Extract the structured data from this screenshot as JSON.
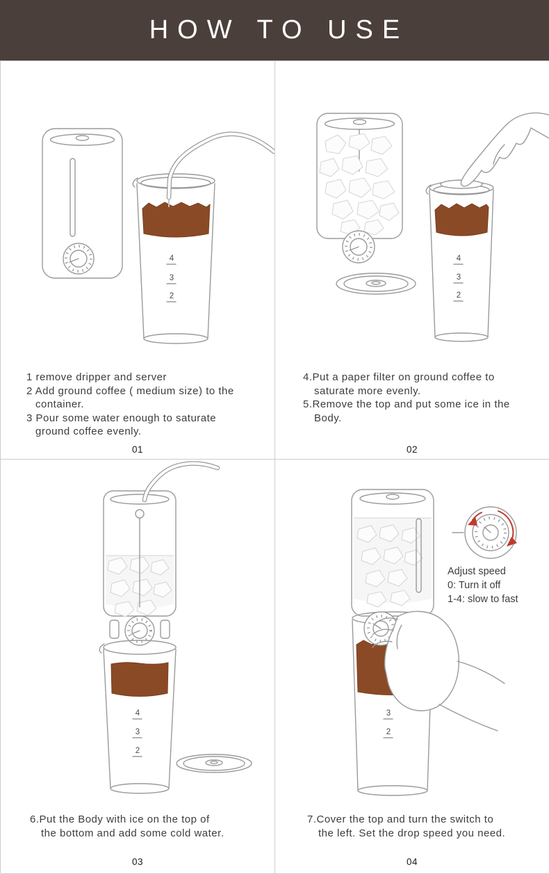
{
  "header": {
    "title": "HOW TO USE"
  },
  "colors": {
    "header_bg": "#4b3f3b",
    "header_text": "#ffffff",
    "line_art": "#9a9a9a",
    "coffee": "#8a4a26",
    "accent_red": "#bf3a2b",
    "panel_border": "#cccccc",
    "body_text": "#3d3d3d"
  },
  "panels": [
    {
      "number": "01",
      "illustration": "brewer body beside server beaker with ground coffee, water tube pouring in",
      "scale_labels": [
        "4",
        "3",
        "2"
      ],
      "steps": [
        "1 remove dripper and server",
        "2 Add ground coffee ( medium size) to the container.",
        "3 Pour some water enough to saturate ground coffee evenly."
      ]
    },
    {
      "number": "02",
      "illustration": "hand placing paper filter on server; body filled with ice, lid removed",
      "scale_labels": [
        "4",
        "3",
        "2"
      ],
      "steps": [
        "4.Put a paper filter on ground coffee to saturate more evenly.",
        "5.Remove the top and put some ice in the Body."
      ]
    },
    {
      "number": "03",
      "illustration": "assembled brewer with ice body on server, cold water poured from tube, lid aside",
      "scale_labels": [
        "4",
        "3",
        "2"
      ],
      "steps": [
        "6.Put the Body with ice on the  top of the bottom and add  some cold water."
      ]
    },
    {
      "number": "04",
      "illustration": "hand turning speed dial on assembled brewer, dial detail with red rotation arrows",
      "scale_labels": [
        "3",
        "2"
      ],
      "dial_note": {
        "line1": "Adjust speed",
        "line2": "0: Turn it off",
        "line3": "1-4: slow to fast"
      },
      "steps": [
        "7.Cover the top and turn the switch to the left. Set the drop speed you need."
      ]
    }
  ]
}
